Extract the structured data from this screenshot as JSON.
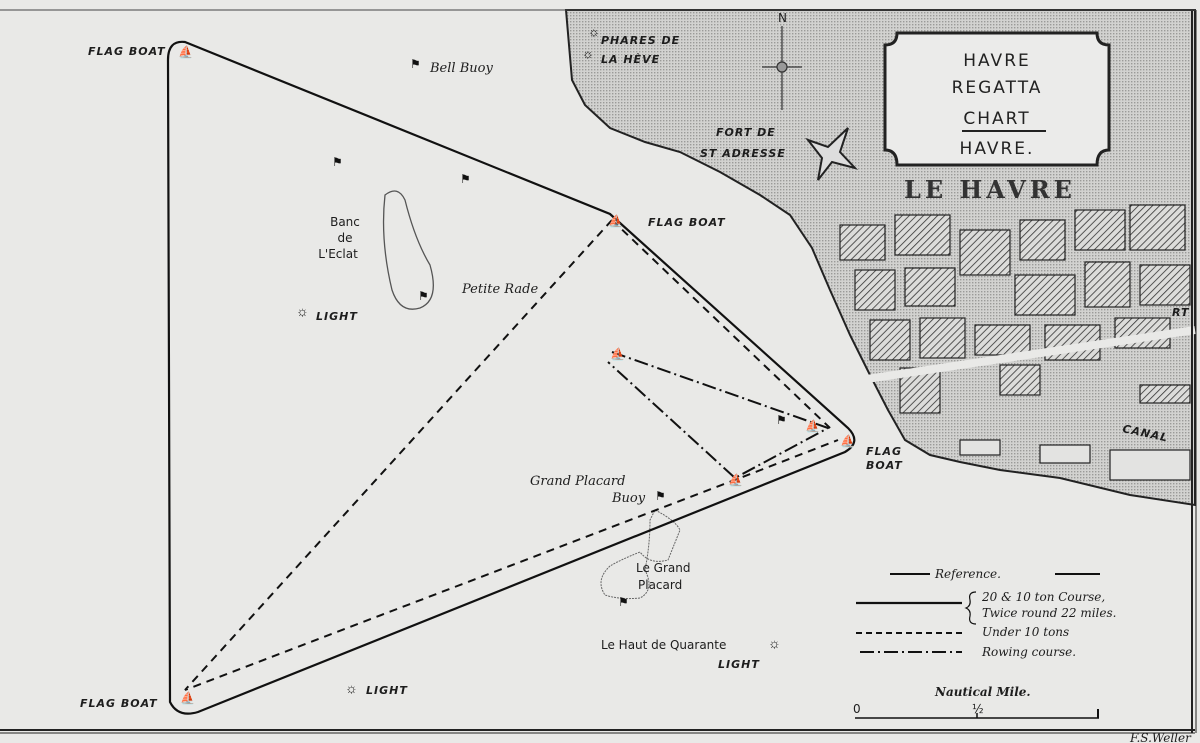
{
  "title": {
    "line1": "HAVRE",
    "line2": "REGATTA",
    "line3": "CHART",
    "line4": "HAVRE."
  },
  "town": "LE HAVRE",
  "places": {
    "phares_1": "PHARES DE",
    "phares_2": "LA HÈVE",
    "fort_1": "FORT DE",
    "fort_2": "ST ADRESSE",
    "canal": "CANAL",
    "rt": "RT",
    "compass_n": "N",
    "bell_buoy": "Bell Buoy",
    "banc_1": "Banc",
    "banc_2": "de",
    "banc_3": "L'Eclat",
    "petite_rade": "Petite Rade",
    "grand_placard_buoy_1": "Grand Placard",
    "grand_placard_buoy_2": "Buoy",
    "le_grand_placard_1": "Le Grand",
    "le_grand_placard_2": "Placard",
    "haut_quarante": "Le Haut de Quarante",
    "light": "LIGHT",
    "flag_boat": "FLAG BOAT",
    "flag": "FLAG",
    "boat": "BOAT"
  },
  "reference": {
    "heading": "Reference.",
    "course_20_1": "20 & 10 ton Course,",
    "course_20_2": "Twice round 22 miles.",
    "under_10": "Under 10 tons",
    "rowing": "Rowing course."
  },
  "scale": {
    "label": "Nautical Mile.",
    "tick0": "0",
    "tick_half": "½"
  },
  "signature": "F.S.Weller"
}
